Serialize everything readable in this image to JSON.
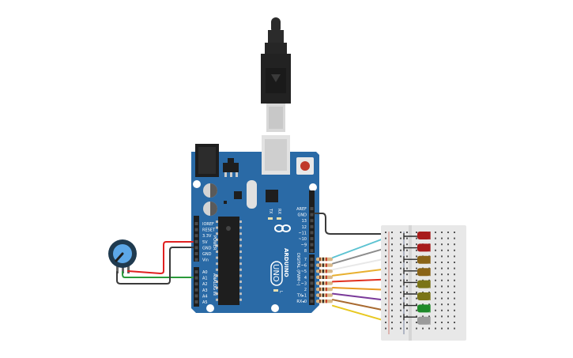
{
  "board": {
    "brand": "ARDUINO",
    "model": "UNO",
    "power_header_title": "POWER",
    "analog_header_title": "ANALOG IN",
    "digital_header_title": "DIGITAL (PWM~)",
    "power_pins": [
      "IOREF",
      "RESET",
      "3.3V",
      "5V",
      "GND",
      "GND",
      "Vin"
    ],
    "analog_pins": [
      "A0",
      "A1",
      "A2",
      "A3",
      "A4",
      "A5"
    ],
    "digital_pins_upper": [
      "AREF",
      "GND",
      "13",
      "12",
      "~11",
      "~10",
      "~9",
      "8"
    ],
    "digital_pins_lower": [
      "7",
      "~6",
      "~5",
      "4",
      "~3",
      "2",
      "TX▸1",
      "RX◂0"
    ],
    "led_labels": [
      "TX",
      "RX",
      "L"
    ],
    "board_color": "#2a6aa6"
  },
  "leds": {
    "colors": [
      "#a81c1c",
      "#a81c1c",
      "#8a6418",
      "#8a6418",
      "#7a7418",
      "#7a7418",
      "#1f8a2a",
      "#9a9a9a"
    ]
  },
  "wires": {
    "signal_colors": [
      "#5dc3d2",
      "#8c8c8c",
      "#e8e8e8",
      "#e8b030",
      "#e03020",
      "#e89a20",
      "#7a3a9a",
      "#a86a30",
      "#e8c820"
    ],
    "ground_color": "#3a3a3a",
    "pot_power_color": "#e02020",
    "pot_signal_color": "#2a9a3a"
  },
  "potentiometer": {
    "knob_color": "#5da8e8"
  },
  "usb_cable": {
    "plug_color": "#2b2b2b"
  }
}
